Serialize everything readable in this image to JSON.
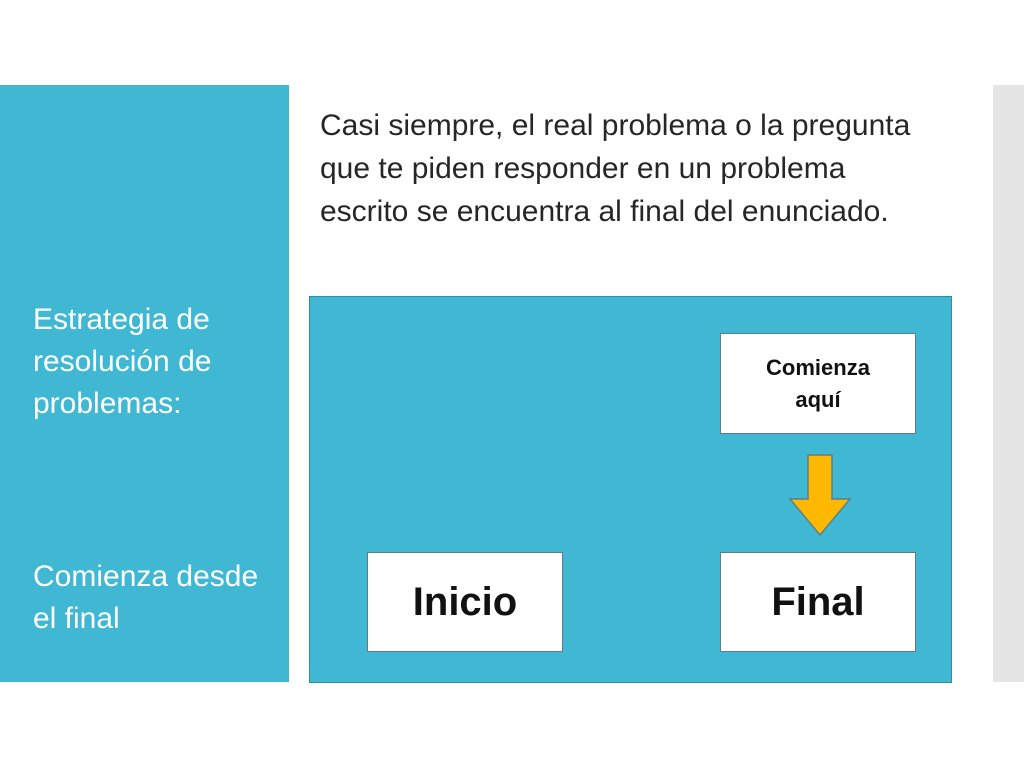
{
  "sidebar": {
    "heading": "Estrategia de resolución de problemas:",
    "subheading": "Comienza desde el final"
  },
  "main": {
    "intro": "Casi siempre, el real problema o la pregunta que te piden responder en un problema escrito se encuentra al final del enunciado."
  },
  "diagram": {
    "start_label": "Inicio",
    "end_label": "Final",
    "begin_here_label": "Comienza aquí"
  },
  "colors": {
    "accent": "#41B8D3",
    "arrow_fill": "#FFB800",
    "arrow_stroke": "#5A7F8A",
    "strip": "#E5E5E5"
  }
}
